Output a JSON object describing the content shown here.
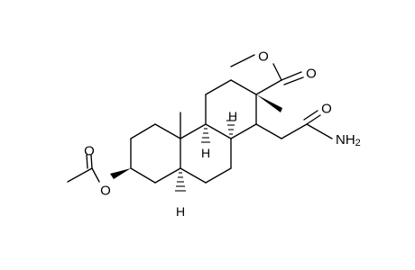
{
  "molecule": {
    "atoms": {
      "ester_methyl_o": "O",
      "ester_carbonyl_o": "O",
      "amide_o": "O",
      "amide_n": "NH",
      "amide_n_sub": "2",
      "acetate_carbonyl_o": "O",
      "acetate_ester_o": "O",
      "h_ring_c9": "H",
      "h_ring_c8": "H",
      "h_ring_c5": "H"
    }
  }
}
